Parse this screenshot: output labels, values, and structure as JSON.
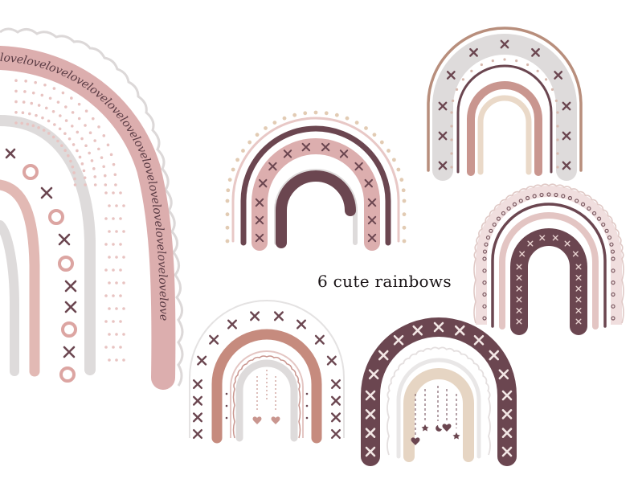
{
  "caption": "6 cute rainbows",
  "palette": {
    "dusty_pink": "#dcaeae",
    "plum": "#6b4650",
    "rose": "#c9968f",
    "blush": "#f0dede",
    "grey": "#dedbdb",
    "beige": "#e6d5c3",
    "tan": "#c2a48e",
    "dot": "#e8c3c1",
    "outline": "#d6d4d4"
  },
  "big_rainbow": {
    "band_script": "lovelovelovelovelovelovelovelovelovelovelovelovelovelovelove"
  },
  "rainbows": [
    {
      "name": "rainbow-dotted-cross",
      "motifs": [
        "dots",
        "crosses"
      ]
    },
    {
      "name": "rainbow-grey-cross",
      "motifs": [
        "crosses",
        "dots"
      ]
    },
    {
      "name": "rainbow-lace-cross",
      "motifs": [
        "scallop",
        "circles",
        "crosses"
      ]
    },
    {
      "name": "rainbow-cross-drops",
      "motifs": [
        "crosses",
        "drops",
        "hearts"
      ]
    },
    {
      "name": "rainbow-plum-moon",
      "motifs": [
        "crosses",
        "scallop",
        "hearts",
        "moon",
        "stars"
      ]
    }
  ]
}
